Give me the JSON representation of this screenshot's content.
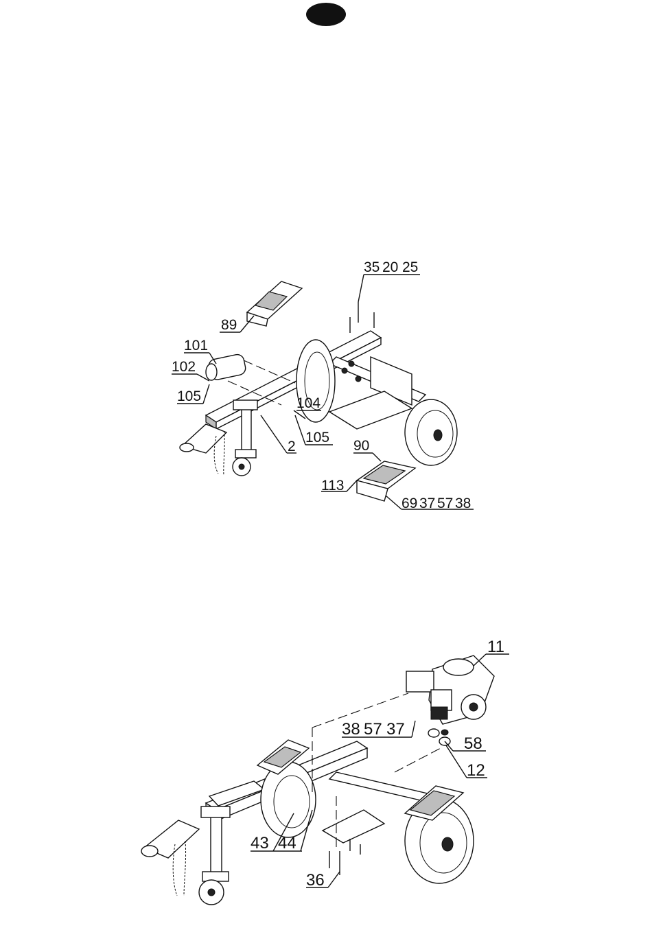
{
  "diagram_top": {
    "labels": [
      "35",
      "20",
      "25",
      "89",
      "101",
      "102",
      "105",
      "104",
      "2",
      "105",
      "90",
      "113",
      "69",
      "37",
      "57",
      "38"
    ]
  },
  "diagram_bottom": {
    "labels": [
      "11",
      "38",
      "57",
      "37",
      "58",
      "12",
      "43",
      "44",
      "36"
    ]
  }
}
